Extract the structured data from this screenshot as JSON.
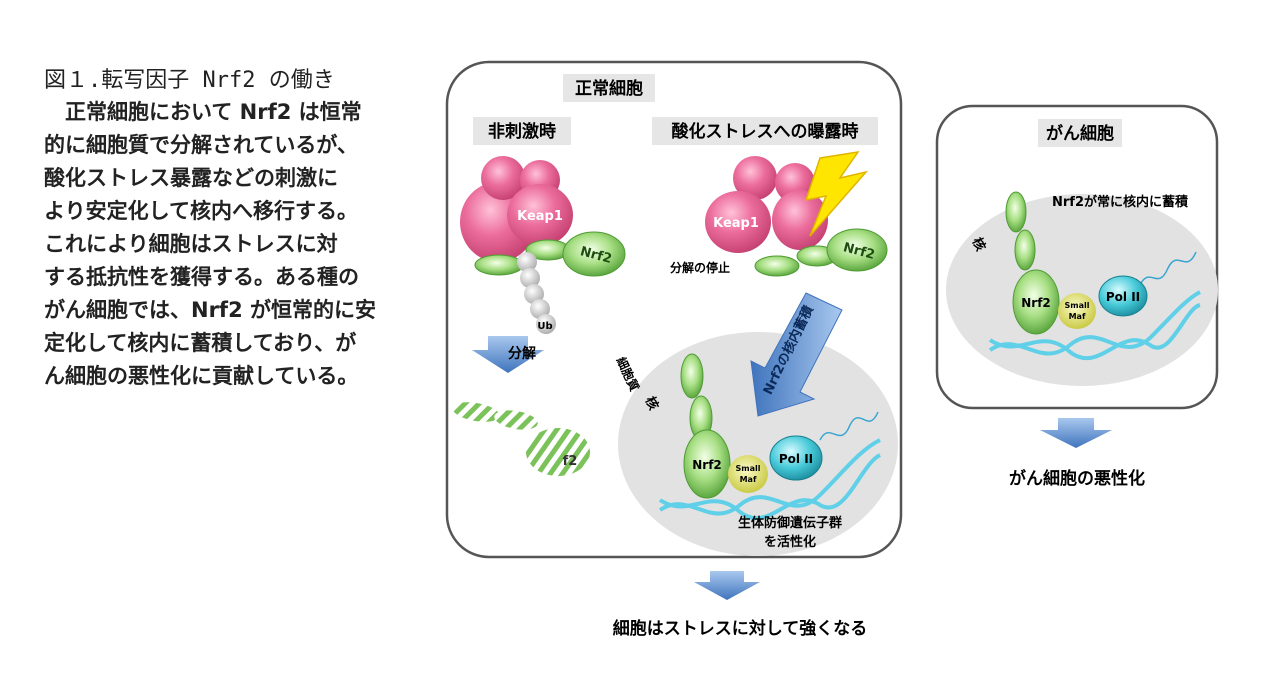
{
  "figure_caption": {
    "title": "図１.転写因子 Nrf2 の働き",
    "body_lines": [
      "　正常細胞において Nrf2 は恒常",
      "的に細胞質で分解されているが、",
      "酸化ストレス暴露などの刺激に",
      "より安定化して核内へ移行する。",
      "これにより細胞はストレスに対",
      "する抵抗性を獲得する。ある種の",
      "がん細胞では、Nrf2 が恒常的に安",
      "定化して核内に蓄積しており、が",
      "ん細胞の悪性化に貢献している。"
    ]
  },
  "normal_cell": {
    "title": "正常細胞",
    "unstimulated_label": "非刺激時",
    "oxidative_label": "酸化ストレスへの曝露時",
    "keap1_label": "Keap1",
    "nrf2_label": "Nrf2",
    "ub_label": "Ub",
    "degradation_label": "分解",
    "degraded_label": "f2",
    "stop_degradation_label": "分解の停止",
    "nuclear_accum_label": "Nrf2の核内蓄積",
    "cytoplasm_label": "細胞質",
    "nucleus_label": "核",
    "small_maf_label_1": "Small",
    "small_maf_label_2": "Maf",
    "pol2_label": "Pol II",
    "activation_line1": "生体防御遺伝子群",
    "activation_line2": "を活性化"
  },
  "cancer_cell": {
    "title": "がん細胞",
    "accum_label": "Nrf2が常に核内に蓄積",
    "nucleus_label": "核",
    "nrf2_label": "Nrf2",
    "small_maf_label_1": "Small",
    "small_maf_label_2": "Maf",
    "pol2_label": "Pol II"
  },
  "outcomes": {
    "normal": "細胞はストレスに対して強くなる",
    "cancer": "がん細胞の悪性化"
  },
  "colors": {
    "keap1": "#e8578c",
    "nrf2": "#8fd06a",
    "ub": "#d8d8d8",
    "pol2": "#35c7d6",
    "small_maf": "#e5e56a",
    "arrow": "#5b8fd0",
    "nucleus": "#e0e0e0",
    "dna": "#5fd0e8"
  }
}
